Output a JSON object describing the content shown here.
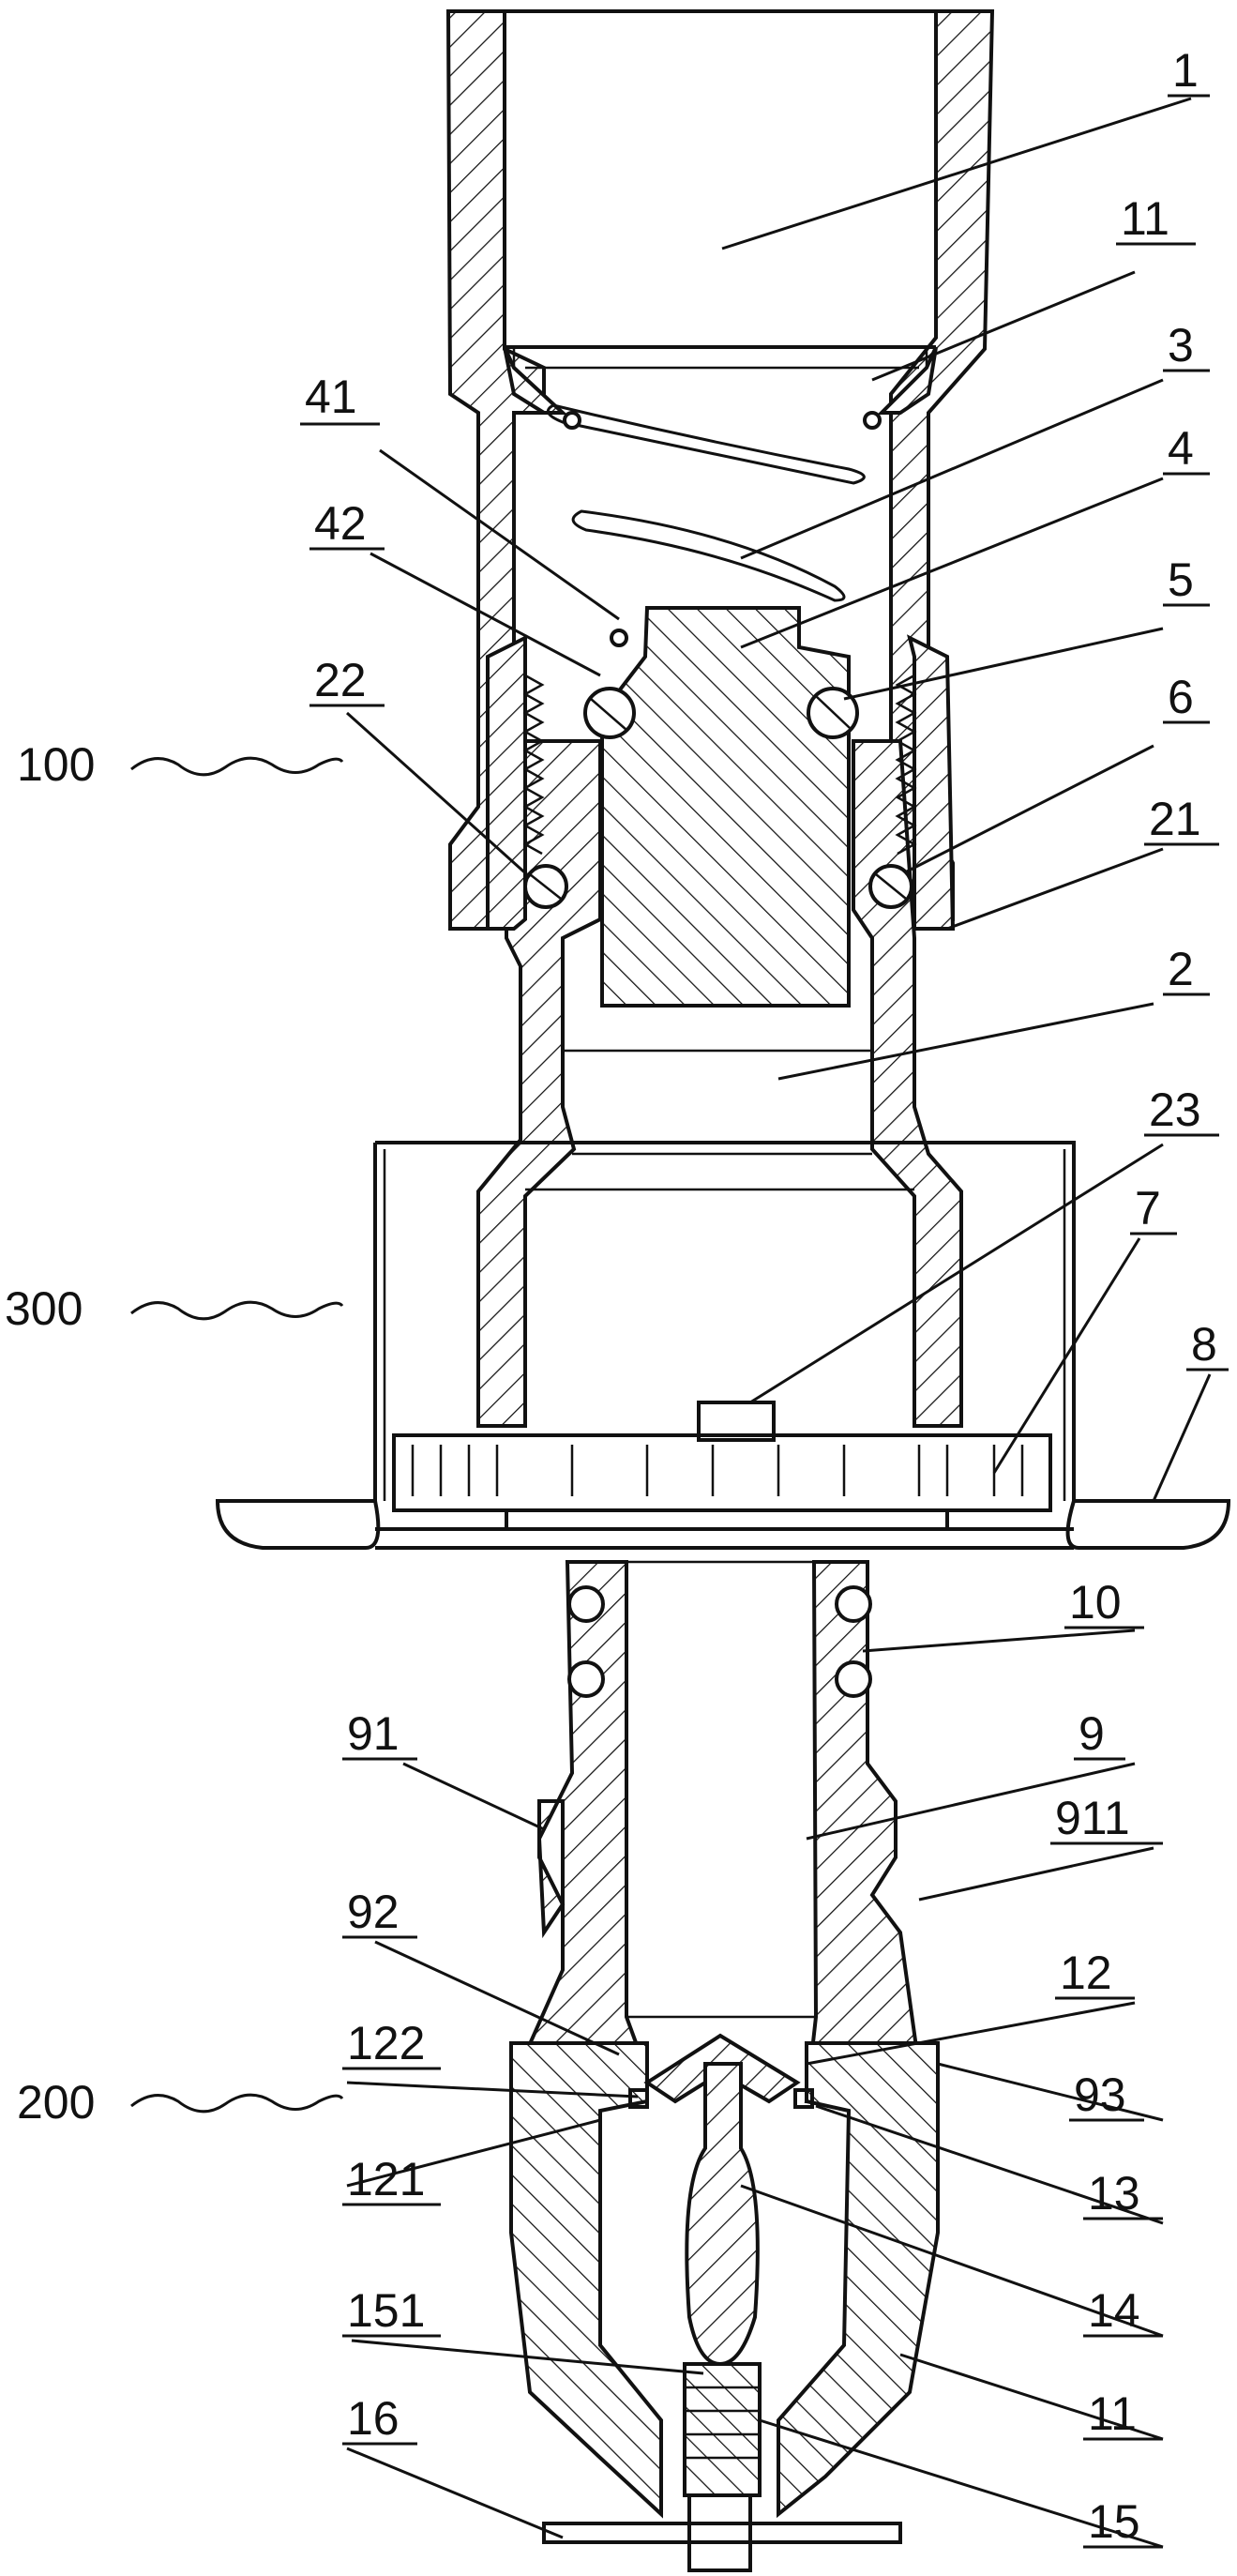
{
  "labels": {
    "l1": "1",
    "l11a": "11",
    "l3": "3",
    "l41": "41",
    "l4": "4",
    "l42": "42",
    "l5": "5",
    "l22": "22",
    "l6": "6",
    "l21": "21",
    "l2": "2",
    "l23": "23",
    "l7": "7",
    "l8": "8",
    "l10": "10",
    "l91": "91",
    "l9": "9",
    "l92": "92",
    "l911": "911",
    "l12": "12",
    "l122": "122",
    "l93": "93",
    "l121": "121",
    "l13": "13",
    "l14": "14",
    "l151": "151",
    "l11b": "11",
    "l16": "16",
    "l15": "15"
  },
  "assemblies": {
    "a100": "100",
    "a300": "300",
    "a200": "200"
  }
}
